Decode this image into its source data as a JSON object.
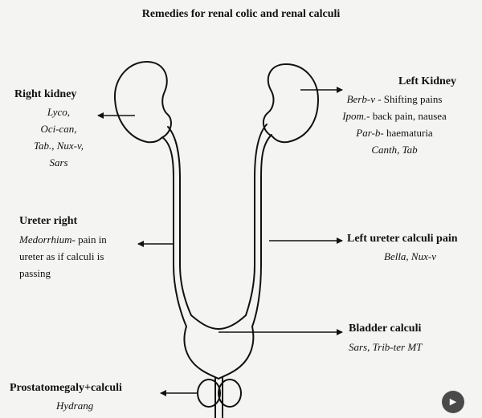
{
  "title": "Remedies for renal colic and renal calculi",
  "right_kidney": {
    "heading": "Right kidney",
    "remedies": [
      "Lyco,",
      "Oci-can,",
      "Tab., Nux-v,",
      "Sars"
    ]
  },
  "left_kidney": {
    "heading": "Left Kidney",
    "lines": [
      {
        "remedy": "Berb-v",
        "note": " - Shifting pains"
      },
      {
        "remedy": "Ipom.",
        "note": "- back pain, nausea"
      },
      {
        "remedy": "Par-b",
        "note": "- haematuria"
      },
      {
        "remedy": "Canth, Tab",
        "note": ""
      }
    ]
  },
  "ureter_right": {
    "heading": "Ureter right",
    "remedy": "Medorrhium",
    "lines": [
      "- pain in",
      "ureter as if calculi is",
      "passing"
    ]
  },
  "left_ureter": {
    "heading": "Left ureter calculi pain",
    "remedies": "Bella, Nux-v"
  },
  "bladder": {
    "heading": "Bladder calculi",
    "remedies": "Sars, Trib-ter MT"
  },
  "prostate": {
    "heading": "Prostatomegaly+calculi",
    "remedy": "Hydrang"
  },
  "colors": {
    "background": "#f4f4f2",
    "ink": "#111111",
    "bleed": "#d9d9d6"
  }
}
